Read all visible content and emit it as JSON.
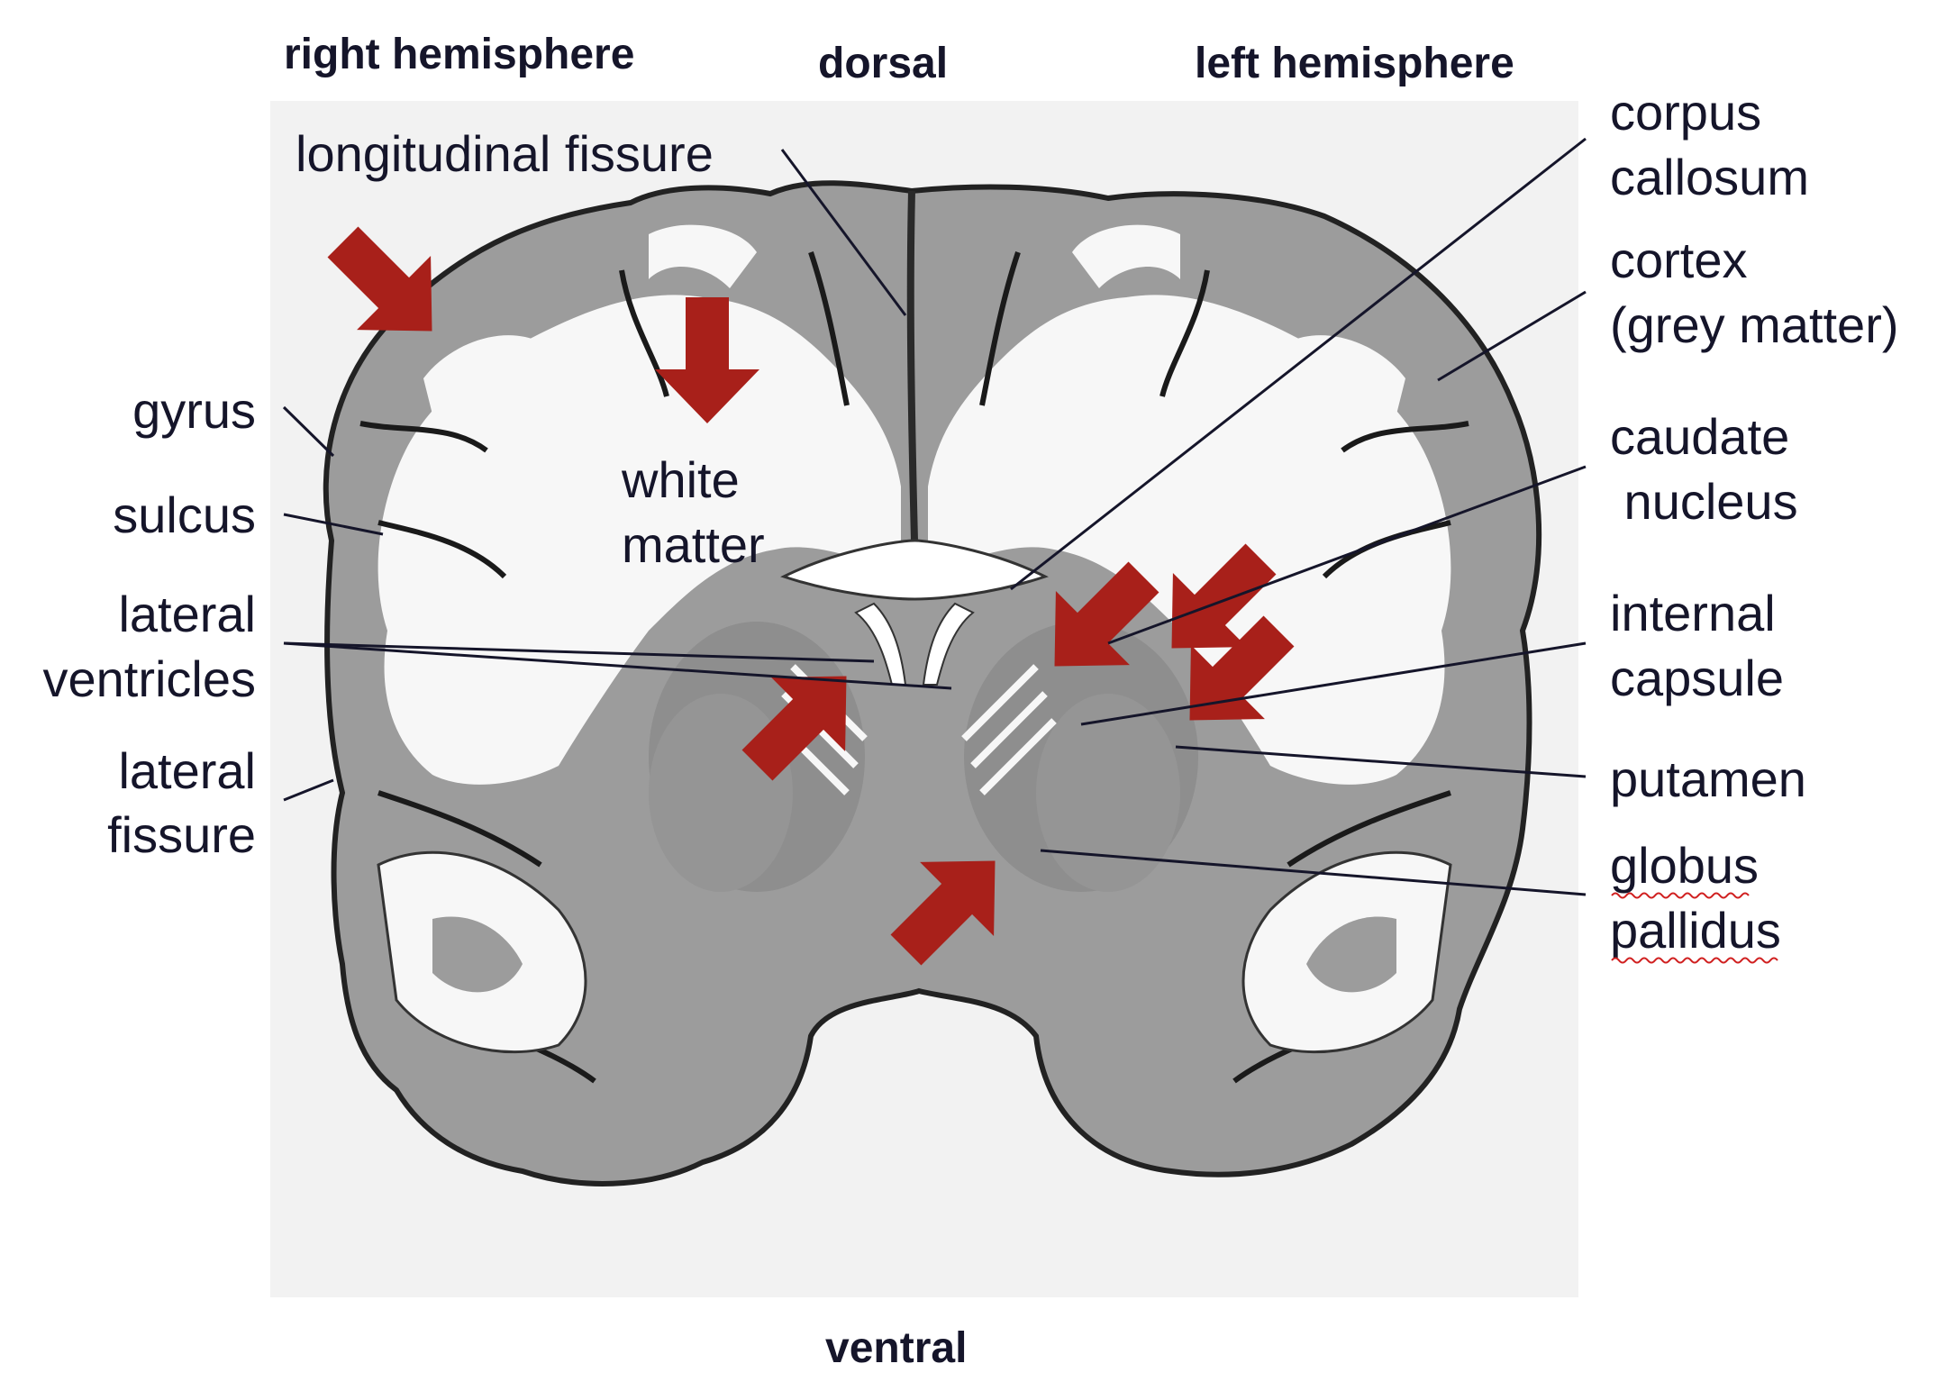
{
  "orientation": {
    "right_hemisphere": "right hemisphere",
    "dorsal": "dorsal",
    "left_hemisphere": "left hemisphere",
    "ventral": "ventral"
  },
  "labels": {
    "longitudinal_fissure": "longitudinal fissure",
    "gyrus": "gyrus",
    "sulcus": "sulcus",
    "lateral_ventricles_1": "lateral",
    "lateral_ventricles_2": "ventricles",
    "lateral_fissure_1": "lateral",
    "lateral_fissure_2": "fissure",
    "white_matter_1": "white",
    "white_matter_2": "matter",
    "corpus_callosum_1": "corpus",
    "corpus_callosum_2": "callosum",
    "cortex_1": "cortex",
    "cortex_2": "(grey matter)",
    "caudate_nucleus_1": "caudate",
    "caudate_nucleus_2": " nucleus",
    "internal_capsule_1": "internal",
    "internal_capsule_2": "capsule",
    "putamen": "putamen",
    "globus_pallidus_1": "globus",
    "globus_pallidus_2": "pallidus"
  },
  "colors": {
    "arrow": "#a8201a",
    "white_matter": "#f7f7f7",
    "grey_matter": "#9c9c9c",
    "dark_border": "#222222",
    "text": "#15152a"
  }
}
